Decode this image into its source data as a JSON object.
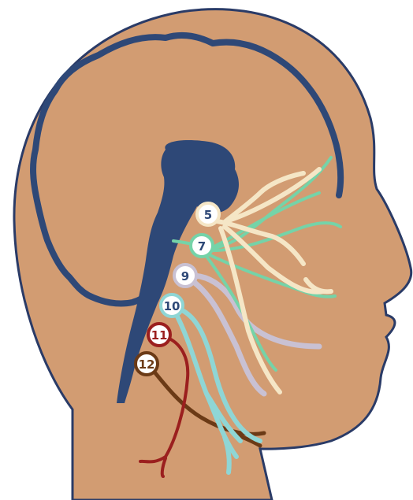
{
  "colors": {
    "background": "#ffffff",
    "skin": "#d29c72",
    "head_outline": "#2a3b67",
    "brain_vessel": "#2e4877",
    "brainstem": "#2e4877"
  },
  "cranial_nerves": [
    {
      "label": "5",
      "color": "#f5e6c6",
      "text_color": "#2e4877"
    },
    {
      "label": "7",
      "color": "#75d3a8",
      "text_color": "#2e4877"
    },
    {
      "label": "9",
      "color": "#c9c1d3",
      "text_color": "#2e4877"
    },
    {
      "label": "10",
      "color": "#8fd6d5",
      "text_color": "#2e4877"
    },
    {
      "label": "11",
      "color": "#9b1f1e",
      "text_color": "#9b1f1e"
    },
    {
      "label": "12",
      "color": "#6b3a16",
      "text_color": "#6b3a16"
    }
  ]
}
